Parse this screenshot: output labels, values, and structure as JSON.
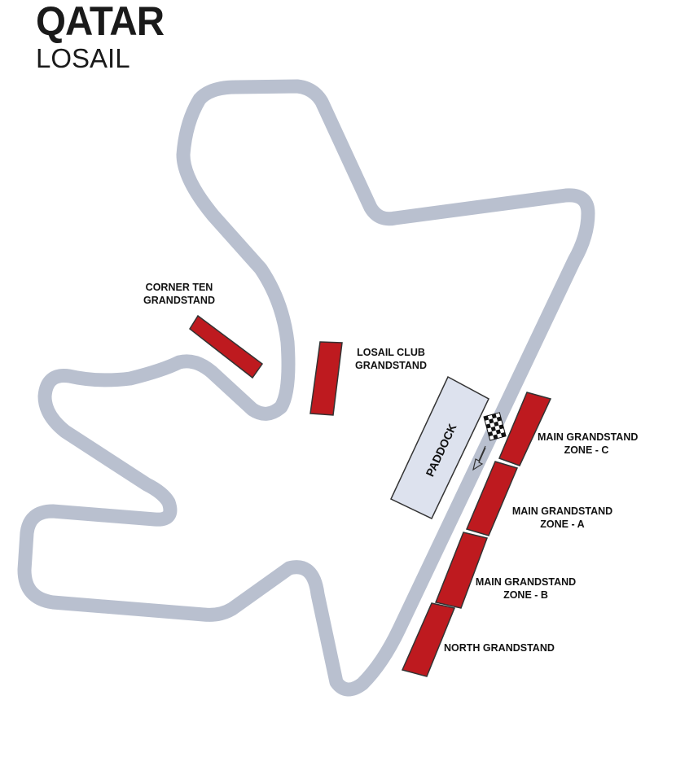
{
  "header": {
    "country": "QATAR",
    "circuit": "LOSAIL"
  },
  "labels": {
    "corner_ten": [
      "CORNER TEN",
      "GRANDSTAND"
    ],
    "losail_club": [
      "LOSAIL CLUB",
      "GRANDSTAND"
    ],
    "main_c": [
      "MAIN GRANDSTAND",
      "ZONE - C"
    ],
    "main_a": [
      "MAIN GRANDSTAND",
      "ZONE - A"
    ],
    "main_b": [
      "MAIN GRANDSTAND",
      "ZONE - B"
    ],
    "north": "NORTH GRANDSTAND",
    "paddock": "PADDOCK"
  },
  "colors": {
    "track": "#b9c0cf",
    "grandstand": "#be1a1f",
    "paddock": "#dde2ee"
  }
}
